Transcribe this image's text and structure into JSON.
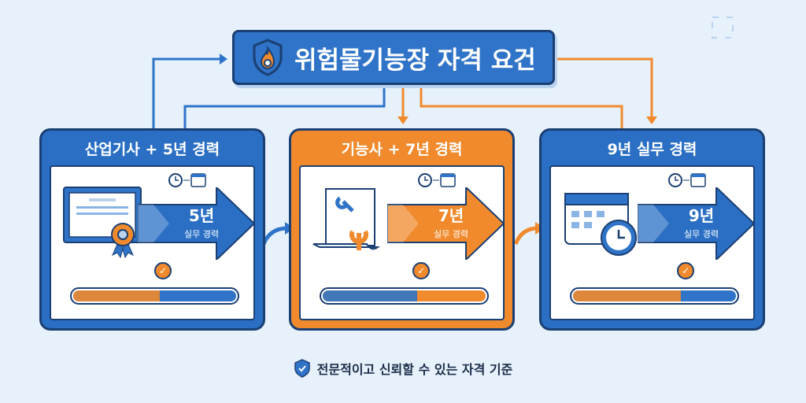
{
  "title": "위험물기능장 자격 요건",
  "cards": [
    {
      "heading": "산업기사 + 5년 경력",
      "years": "5년",
      "sub": "실무 경력",
      "icon": "certificate-icon",
      "progress": 0.53,
      "color": "#2a6fc4"
    },
    {
      "heading": "기능사 + 7년 경력",
      "years": "7년",
      "sub": "실무 경력",
      "icon": "wrench-document-icon",
      "progress": 0.58,
      "color": "#f08a2c"
    },
    {
      "heading": "9년 실무 경력",
      "years": "9년",
      "sub": "실무 경력",
      "icon": "calendar-clock-icon",
      "progress": 0.66,
      "color": "#2a6fc4"
    }
  ],
  "footer": "전문적이고 신뢰할 수 있는 자격 기준",
  "colors": {
    "blue": "#2f74c8",
    "orange": "#f08a2c",
    "navy": "#1b3f73"
  }
}
